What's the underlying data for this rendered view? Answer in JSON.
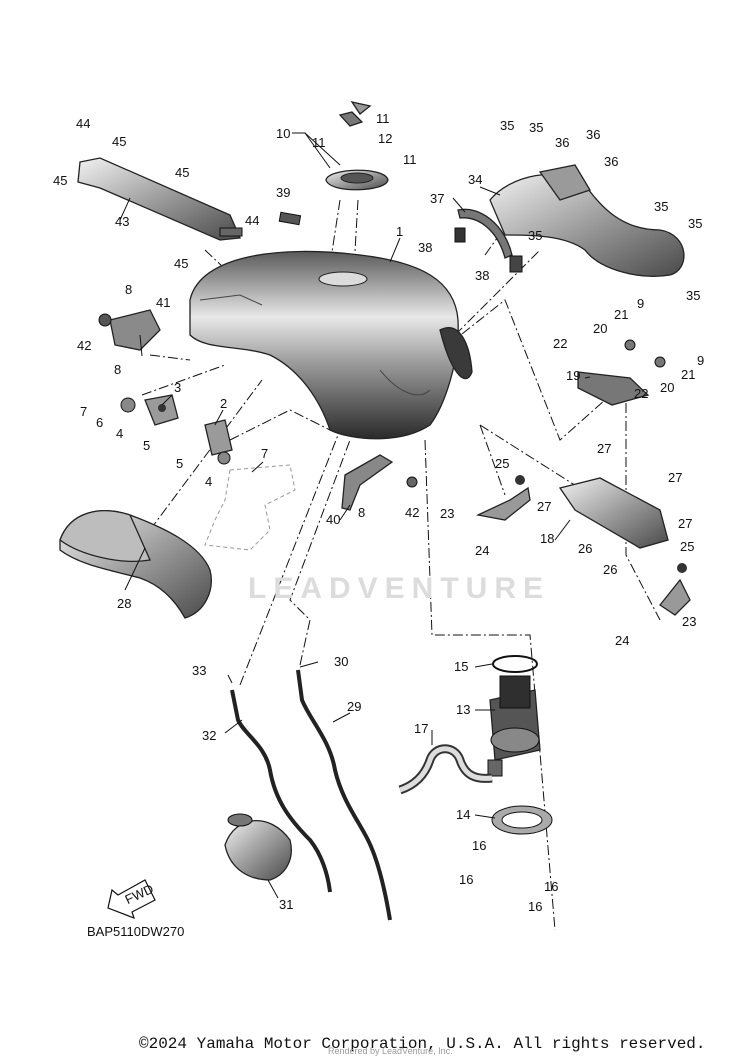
{
  "diagram": {
    "drawing_code": "BAP5110DW270",
    "fwd_label": "FWD",
    "watermark": "LEADVENTURE",
    "copyright": "©2024 Yamaha Motor Corporation, U.S.A. All rights reserved.",
    "rendered_by": "Rendered by LeadVenture, Inc.",
    "callouts": [
      "1",
      "2",
      "3",
      "4",
      "4",
      "5",
      "5",
      "6",
      "7",
      "7",
      "8",
      "8",
      "8",
      "9",
      "9",
      "10",
      "11",
      "11",
      "11",
      "12",
      "13",
      "14",
      "15",
      "16",
      "16",
      "16",
      "16",
      "17",
      "18",
      "19",
      "20",
      "20",
      "21",
      "21",
      "22",
      "22",
      "23",
      "23",
      "24",
      "24",
      "25",
      "25",
      "26",
      "26",
      "27",
      "27",
      "27",
      "27",
      "28",
      "29",
      "30",
      "31",
      "32",
      "33",
      "34",
      "35",
      "35",
      "35",
      "35",
      "35",
      "35",
      "36",
      "36",
      "36",
      "37",
      "38",
      "38",
      "39",
      "40",
      "41",
      "42",
      "42",
      "43",
      "44",
      "44",
      "45",
      "45",
      "45",
      "45"
    ]
  }
}
